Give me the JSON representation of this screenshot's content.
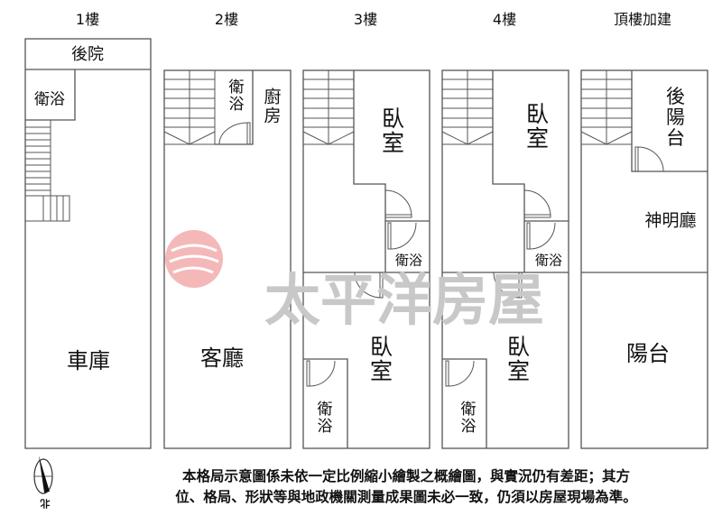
{
  "floors": [
    {
      "title": "1樓",
      "rooms": {
        "backyard": "後院",
        "bath": "衛浴",
        "garage": "車庫"
      }
    },
    {
      "title": "2樓",
      "rooms": {
        "bath": "衛浴",
        "kitchen": "廚房",
        "living": "客廳"
      }
    },
    {
      "title": "3樓",
      "rooms": {
        "bedroom_front": "臥室",
        "bath_mid": "衛浴",
        "bedroom_rear": "臥室",
        "bath_rear": "衛浴"
      }
    },
    {
      "title": "4樓",
      "rooms": {
        "bedroom_front": "臥室",
        "bath_mid": "衛浴",
        "bedroom_rear": "臥室",
        "bath_rear": "衛浴"
      }
    },
    {
      "title": "頂樓加建",
      "rooms": {
        "rear_balcony": "後陽台",
        "shrine": "神明廳",
        "balcony": "陽台"
      }
    }
  ],
  "watermark": {
    "text": "太平洋房屋",
    "color": "#c8c8c8",
    "logo_color": "#e88a8a"
  },
  "compass": {
    "label": "北"
  },
  "disclaimer": {
    "line1": "本格局示意圖係未依一定比例縮小繪製之概繪圖，與實況仍有差距；其方",
    "line2": "位、格局、形狀等與地政機關測量成果圖未必一致，仍須以房屋現場為準。"
  }
}
